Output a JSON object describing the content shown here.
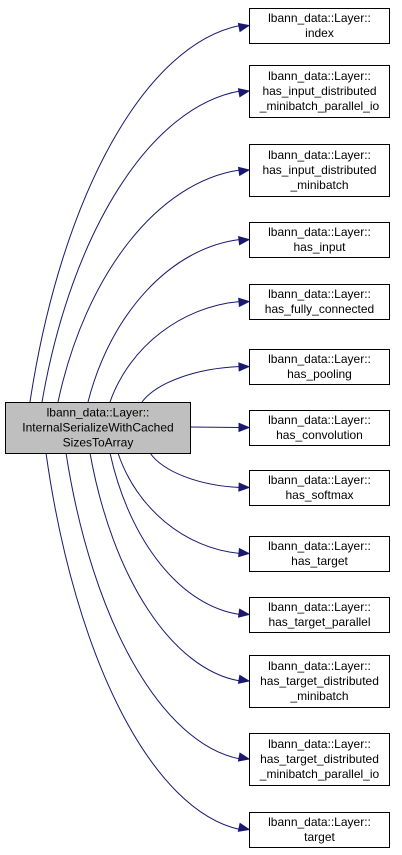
{
  "graph": {
    "source": {
      "id": "src",
      "lines": [
        "lbann_data::Layer::",
        "InternalSerializeWithCached",
        "SizesToArray"
      ]
    },
    "targets": [
      {
        "id": "index",
        "lines": [
          "lbann_data::Layer::",
          "index"
        ]
      },
      {
        "id": "has_input_distributed_minibatch_parallel_io",
        "lines": [
          "lbann_data::Layer::",
          "has_input_distributed",
          "_minibatch_parallel_io"
        ]
      },
      {
        "id": "has_input_distributed_minibatch",
        "lines": [
          "lbann_data::Layer::",
          "has_input_distributed",
          "_minibatch"
        ]
      },
      {
        "id": "has_input",
        "lines": [
          "lbann_data::Layer::",
          "has_input"
        ]
      },
      {
        "id": "has_fully_connected",
        "lines": [
          "lbann_data::Layer::",
          "has_fully_connected"
        ]
      },
      {
        "id": "has_pooling",
        "lines": [
          "lbann_data::Layer::",
          "has_pooling"
        ]
      },
      {
        "id": "has_convolution",
        "lines": [
          "lbann_data::Layer::",
          "has_convolution"
        ]
      },
      {
        "id": "has_softmax",
        "lines": [
          "lbann_data::Layer::",
          "has_softmax"
        ]
      },
      {
        "id": "has_target",
        "lines": [
          "lbann_data::Layer::",
          "has_target"
        ]
      },
      {
        "id": "has_target_parallel",
        "lines": [
          "lbann_data::Layer::",
          "has_target_parallel"
        ]
      },
      {
        "id": "has_target_distributed_minibatch",
        "lines": [
          "lbann_data::Layer::",
          "has_target_distributed",
          "_minibatch"
        ]
      },
      {
        "id": "has_target_distributed_minibatch_parallel_io",
        "lines": [
          "lbann_data::Layer::",
          "has_target_distributed",
          "_minibatch_parallel_io"
        ]
      },
      {
        "id": "target",
        "lines": [
          "lbann_data::Layer::",
          "target"
        ]
      }
    ],
    "colors": {
      "edge": "#191970",
      "source_fill": "#bfbfbf",
      "node_fill": "#ffffff",
      "border": "#000000"
    }
  }
}
